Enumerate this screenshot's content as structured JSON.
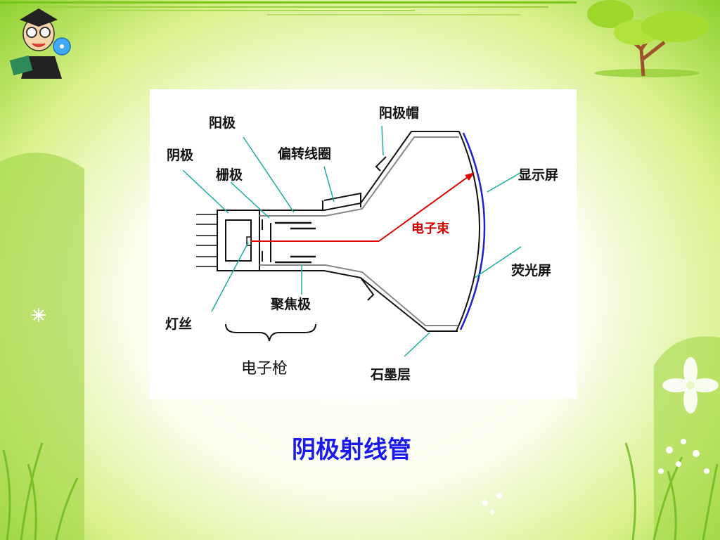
{
  "diagram": {
    "labels": {
      "anode": "阳极",
      "anode_cap": "阳极帽",
      "cathode": "阴极",
      "deflection_coil": "偏转线圈",
      "grid": "栅极",
      "display_screen": "显示屏",
      "electron_beam": "电子束",
      "fluorescent_screen": "荧光屏",
      "focusing_electrode": "聚焦极",
      "filament": "灯丝",
      "electron_gun": "电子枪",
      "graphite_layer": "石墨层"
    },
    "colors": {
      "leader": "#1aaea0",
      "beam": "#e00000",
      "screen": "#2020cc",
      "outline": "#111111"
    }
  },
  "caption": "阴极射线管"
}
